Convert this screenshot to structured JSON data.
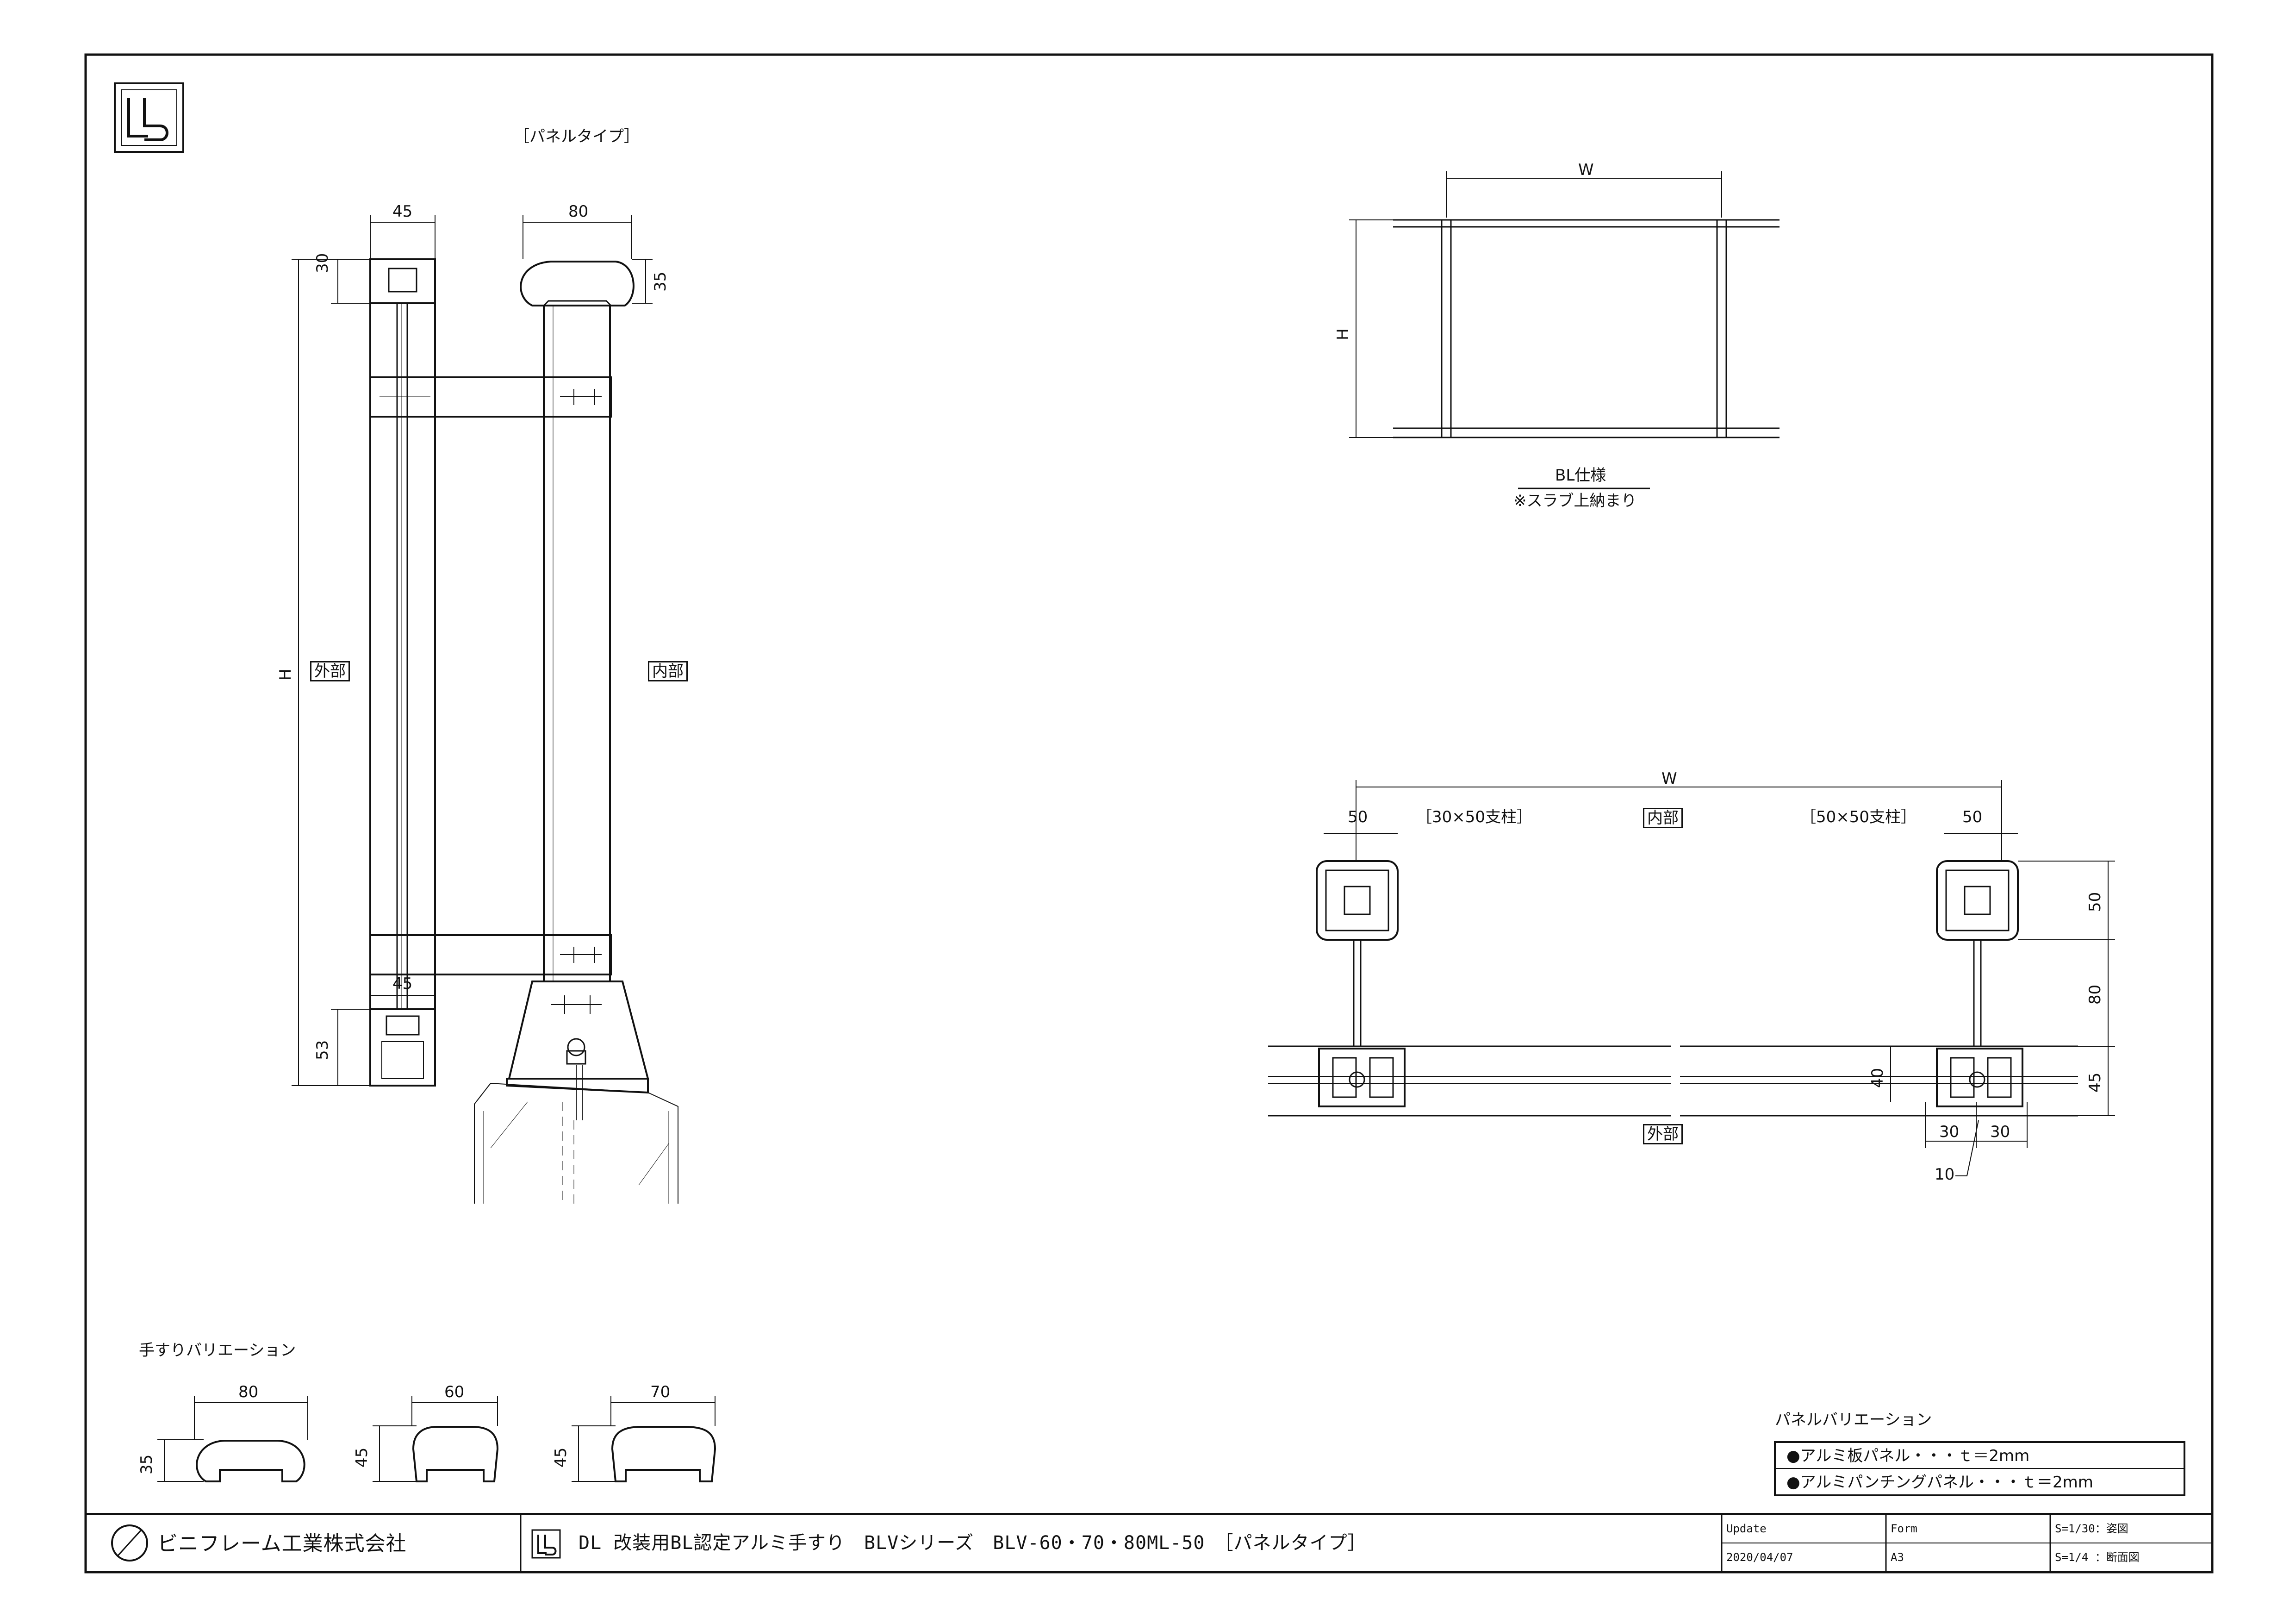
{
  "drawing": {
    "panel_type_label": "［パネルタイプ］",
    "exterior_label": "外部",
    "interior_label": "内部",
    "section_dims": {
      "post_width": "45",
      "rail_width": "80",
      "top_height": "30",
      "rail_height": "35",
      "overall_height": "H",
      "bottom_width": "45",
      "bottom_height": "53"
    },
    "elevation": {
      "width": "W",
      "height": "H",
      "caption": "BL仕様",
      "note": "※スラブ上納まり"
    },
    "plan": {
      "width": "W",
      "left_post_label": "［30×50支柱］",
      "right_post_label": "［50×50支柱］",
      "interior_label": "内部",
      "exterior_label": "外部",
      "left_post_dim": "50",
      "right_post_dim": "50",
      "post_depth": "50",
      "arm_length": "80",
      "frame_depth": "45",
      "panel_offset": "40",
      "left_offset": "30",
      "right_offset": "30",
      "gap": "10"
    },
    "handrail_variations": {
      "title": "手すりバリエーション",
      "items": [
        {
          "width": "80",
          "height": "35"
        },
        {
          "width": "60",
          "height": "45"
        },
        {
          "width": "70",
          "height": "45"
        }
      ]
    },
    "panel_variations": {
      "title": "パネルバリエーション",
      "items": [
        "●アルミ板パネル・・・ｔ＝2mm",
        "●アルミパンチングパネル・・・ｔ＝2mm"
      ]
    }
  },
  "title_block": {
    "company": "ビニフレーム工業株式会社",
    "drawing_title": "DL 改装用BL認定アルミ手すり　BLVシリーズ　BLV-60・70・80ML-50　［パネルタイプ］",
    "update_label": "Update",
    "update_date": "2020/04/07",
    "form_label": "Form",
    "form_value": "A3",
    "scale_1": "S=1/30：姿図",
    "scale_2": "S=1/4 ：断面図"
  }
}
